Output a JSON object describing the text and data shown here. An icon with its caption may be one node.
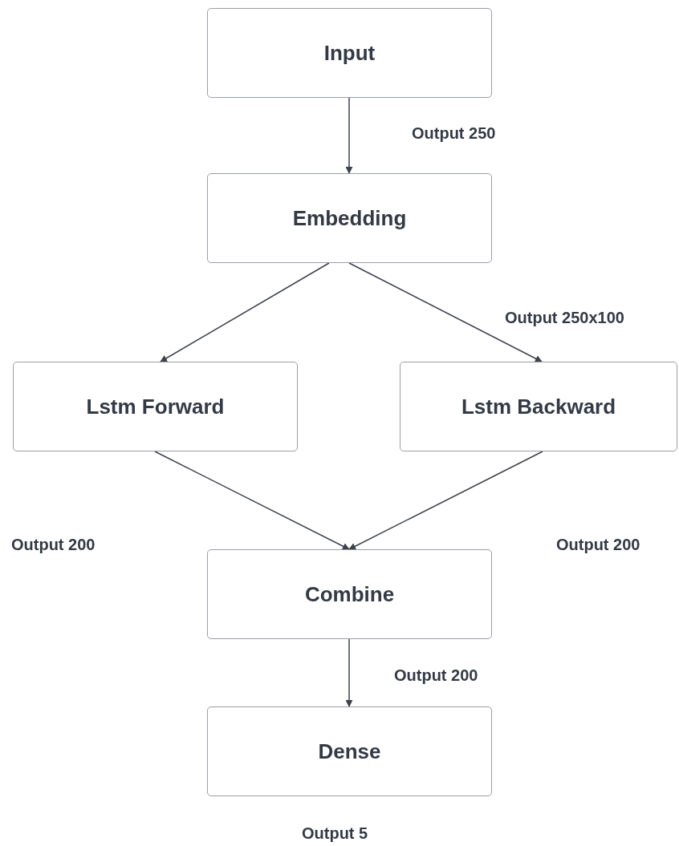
{
  "diagram": {
    "nodes": [
      {
        "text": [
          "Input"
        ]
      },
      {
        "text": [
          "Embedding"
        ]
      },
      {
        "text": [
          "Lstm Forward"
        ]
      },
      {
        "text": [
          "Lstm Backward"
        ]
      },
      {
        "text": [
          "Combine"
        ]
      },
      {
        "text": [
          "Dense"
        ]
      }
    ],
    "edges": [
      {
        "from": 0,
        "to": 1,
        "arrow": "to"
      },
      {
        "from": 1,
        "to": 2,
        "arrow": "to"
      },
      {
        "from": 1,
        "to": 3,
        "arrow": "to"
      },
      {
        "from": 2,
        "to": 4,
        "arrow": "to"
      },
      {
        "from": 3,
        "to": 4,
        "arrow": "to"
      },
      {
        "from": 4,
        "to": 5,
        "arrow": "to"
      }
    ],
    "labels": [
      "Output 250",
      "Output 250x100",
      "Output 200",
      "Output 200",
      "Output 200",
      "Output 5"
    ]
  }
}
